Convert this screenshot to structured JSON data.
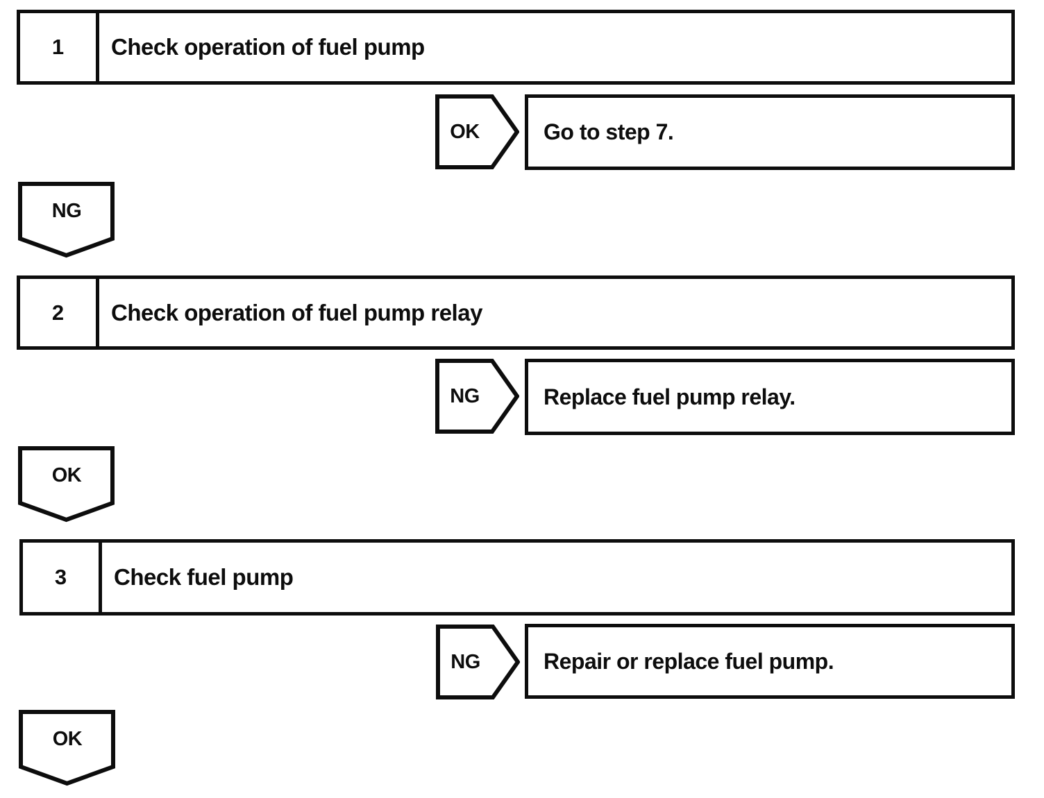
{
  "page": {
    "background": "#ffffff",
    "line_color": "#0d0d0d"
  },
  "flowchart": {
    "type": "troubleshooting-flow",
    "steps": [
      {
        "number": "1",
        "title": "Check operation of fuel pump",
        "branch_label": "OK",
        "branch_result": "Go to step 7.",
        "continue_label": "NG"
      },
      {
        "number": "2",
        "title": "Check operation of fuel pump relay",
        "branch_label": "NG",
        "branch_result": "Replace fuel pump relay.",
        "continue_label": "OK"
      },
      {
        "number": "3",
        "title": "Check fuel pump",
        "branch_label": "NG",
        "branch_result": "Repair or replace fuel pump.",
        "continue_label": "OK"
      }
    ]
  }
}
